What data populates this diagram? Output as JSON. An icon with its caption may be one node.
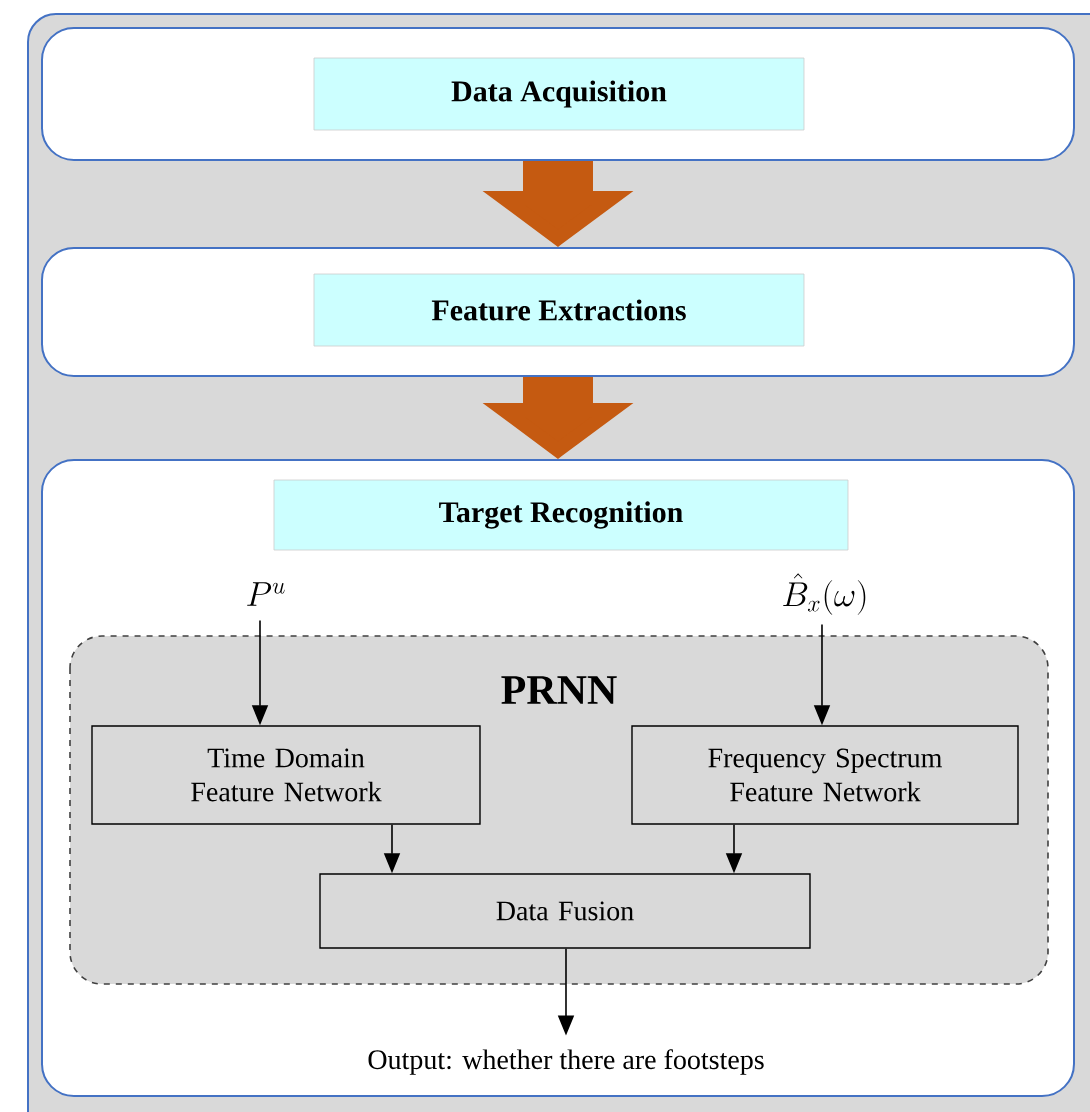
{
  "diagram": {
    "nodes": [
      {
        "text": [],
        "shape": "box"
      },
      {
        "text": [
          "Data Acquisition"
        ],
        "in": 0
      },
      {
        "text": [],
        "shape": "box"
      },
      {
        "text": [
          "Feature Extractions"
        ],
        "in": 2
      },
      {
        "text": [],
        "shape": "box"
      },
      {
        "text": [
          "Target Recognition"
        ],
        "in": 4
      },
      {
        "text": [
          "P^{u}"
        ],
        "in": 4
      },
      {
        "text": [
          "\\hat{B}_{x}(\\omega)"
        ],
        "in": 4
      },
      {
        "text": [
          "PRNN"
        ],
        "in": 4
      },
      {
        "text": [
          "Time Domain Feature Network"
        ],
        "in": 8
      },
      {
        "text": [
          "Frequency Spectrum Feature Network"
        ],
        "in": 8
      },
      {
        "text": [
          "Data Fusion"
        ],
        "in": 8
      },
      {
        "text": [
          "Output: whether there are footsteps"
        ],
        "in": 4
      }
    ],
    "edges": [
      {
        "from": 0,
        "to": 2,
        "arrow": "to",
        "style": "thick",
        "color": "#c55a11"
      },
      {
        "from": 2,
        "to": 4,
        "arrow": "to",
        "style": "thick",
        "color": "#c55a11"
      },
      {
        "from": 6,
        "to": 9,
        "arrow": "to"
      },
      {
        "from": 7,
        "to": 10,
        "arrow": "to"
      },
      {
        "from": 9,
        "to": 11,
        "arrow": "to"
      },
      {
        "from": 10,
        "to": 11,
        "arrow": "to"
      },
      {
        "from": 11,
        "to": 12,
        "arrow": "to"
      }
    ]
  }
}
